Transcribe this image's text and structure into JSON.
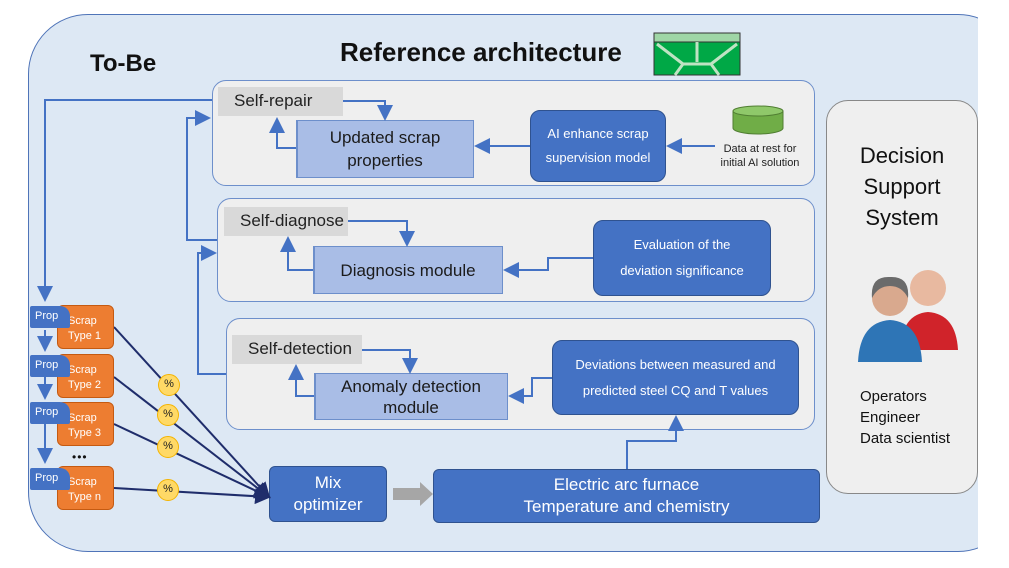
{
  "title": "Reference architecture",
  "state": "To-Be",
  "self_repair": {
    "label": "Self-repair",
    "module": "Updated scrap properties",
    "ai_model": "AI enhance scrap supervision model",
    "data_source": "Data at rest for initial AI solution"
  },
  "self_diagnose": {
    "label": "Self-diagnose",
    "module": "Diagnosis module",
    "evaluation": "Evaluation of the deviation significance"
  },
  "self_detection": {
    "label": "Self-detection",
    "module": "Anomaly detection module",
    "deviations": "Deviations between measured and predicted steel CQ and T values"
  },
  "mix_optimizer": "Mix optimizer",
  "furnace": {
    "line1": "Electric arc furnace",
    "line2": "Temperature and chemistry"
  },
  "dss": {
    "line1": "Decision",
    "line2": "Support",
    "line3": "System",
    "roles": [
      "Operators",
      "Engineer",
      "Data scientist"
    ]
  },
  "scraps": [
    {
      "prop": "Prop",
      "line1": "Scrap",
      "line2": "Type 1"
    },
    {
      "prop": "Prop",
      "line1": "Scrap",
      "line2": "Type 2"
    },
    {
      "prop": "Prop",
      "line1": "Scrap",
      "line2": "Type 3"
    },
    {
      "prop": "Prop",
      "line1": "Scrap",
      "line2": "Type n"
    }
  ],
  "ellipsis": "•••",
  "percent": "%",
  "colors": {
    "blue": "#4472c4",
    "orange": "#ed7d31",
    "green": "#70ad47",
    "background": "#dde8f4"
  }
}
